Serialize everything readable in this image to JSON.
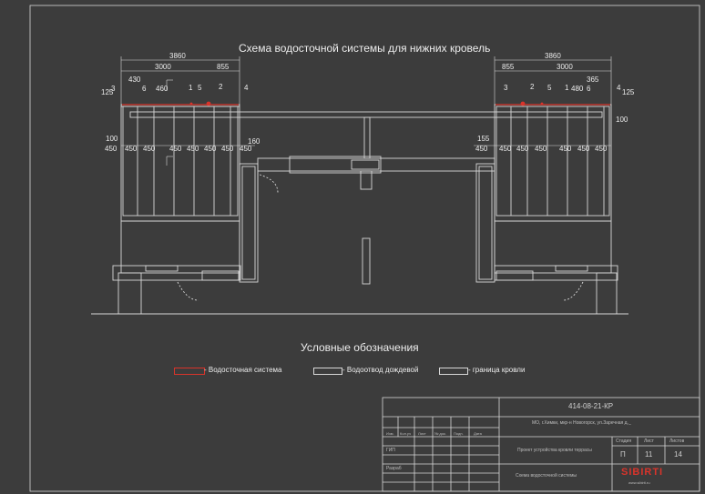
{
  "title": "Схема водосточной системы для нижних кровель",
  "dims_top": [
    "3860",
    "3000",
    "855",
    "430",
    "460",
    "125",
    "3",
    "6",
    "1",
    "5",
    "2",
    "4",
    "855",
    "3000",
    "3860",
    "3",
    "2",
    "5",
    "1",
    "480",
    "6",
    "4",
    "365",
    "125"
  ],
  "dims_side": [
    "100",
    "450",
    "160",
    "155",
    "450",
    "100"
  ],
  "dims_bottom_left": [
    "450",
    "450",
    "450",
    "450",
    "450",
    "450",
    "450"
  ],
  "dims_bottom_right": [
    "450",
    "450",
    "450",
    "450",
    "450",
    "450"
  ],
  "legend": {
    "title": "Условные обозначения",
    "item1": "- Водосточная система",
    "item2": "- Водоотвод дождевой",
    "item3": "- граница кровли"
  },
  "titleblock": {
    "code": "414-08-21-КР",
    "address": "МО, г.Химки, мкр-н Новогорск, ул.Заречная д._",
    "project": "Проект устройства кровли террасы",
    "sheet_name": "Схема водосточной системы",
    "stage_label": "Стадия",
    "sheet_label": "Лист",
    "sheets_label": "Листов",
    "stage": "П",
    "sheet": "11",
    "sheets": "14",
    "gip": "ГИП",
    "razrab": "Разраб",
    "cols": [
      "Изм.",
      "Кол.уч",
      "Лист",
      "№ док.",
      "Подп.",
      "Дата"
    ],
    "logo": "SIBIRTI",
    "logo_sub": "www.sibirti.ru"
  },
  "colors": {
    "bg": "#3c3c3c",
    "line": "#d8d8d8",
    "accent": "#d9342b"
  }
}
